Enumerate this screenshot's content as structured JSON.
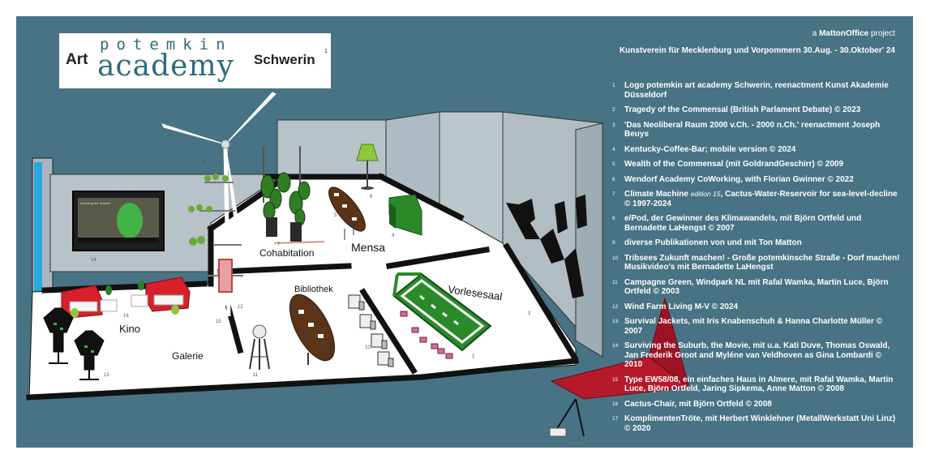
{
  "logo": {
    "art": "Art",
    "potemkin": "potemkin",
    "academy": "academy",
    "schwerin": "Schwerin",
    "sup": "1"
  },
  "header": {
    "project_prefix": "a",
    "project_brand": "MattonOffice",
    "project_suffix": "project",
    "subtitle": "Kunstverein für Mecklenburg und Vorpommern 30.Aug. - 30.Oktober' 24"
  },
  "rooms": {
    "cohabitation": "Cohabitation",
    "mensa": "Mensa",
    "bibliothek": "Bibliothek",
    "vorlesesaal": "Vorlesesaal",
    "kino": "Kino",
    "galerie": "Galerie"
  },
  "screen": {
    "title": "surviving the Suburb!"
  },
  "markers": [
    "1",
    "2",
    "3",
    "4",
    "5",
    "6",
    "7",
    "8",
    "9",
    "10",
    "11",
    "12",
    "13",
    "14",
    "15",
    "16",
    "17"
  ],
  "legend": [
    {
      "num": "1",
      "text": "Logo potemkin art academy Schwerin, reenactment Kunst Akademie Düsseldorf"
    },
    {
      "num": "2",
      "text": "Tragedy of the Commensal (British Parlament Debate) © 2023"
    },
    {
      "num": "3",
      "text": "'Das Neoliberal Raum 2000 v.Ch. - 2000 n.Ch.' reenactment Joseph Beuys"
    },
    {
      "num": "4",
      "text": "Kentucky-Coffee-Bar; mobile version © 2024"
    },
    {
      "num": "5",
      "text": "Wealth of the Commensal (mit GoldrandGeschirr) © 2009"
    },
    {
      "num": "6",
      "text": "Wendorf Academy CoWorking, with Florian Gwinner © 2022"
    },
    {
      "num": "7",
      "text_pre": "Climate Machine ",
      "edition": "edition 15",
      "text_post": ", Cactus-Water-Reservoir for sea-level-decline © 1997-2024"
    },
    {
      "num": "8",
      "text": "e/Pod, der Gewinner des Klimawandels, mit Björn Ortfeld und Bernadette LaHengst © 2007"
    },
    {
      "num": "9",
      "text": "diverse Publikationen von und mit Ton Matton"
    },
    {
      "num": "10",
      "text": "Tribsees Zukunft machen! -  Große potemkinsche Straße - Dorf machen! Musikvideo's mit Bernadette LaHengst"
    },
    {
      "num": "11",
      "text": "Campagne Green, Windpark NL mit Rafal Wamka, Martin Luce, Björn Ortfeld © 2003"
    },
    {
      "num": "12",
      "text": "Wind Farm Living M-V © 2024"
    },
    {
      "num": "13",
      "text": "Survival Jackets, mit Iris Knabenschuh & Hanna Charlotte Müller © 2007"
    },
    {
      "num": "14",
      "text": "Surviving the Suburb, the Movie, mit u.a. Kati Duve, Thomas Oswald, Jan Frederik Groot and Myléne van Veldhoven as Gina Lombardi © 2010"
    },
    {
      "num": "15",
      "text": "Type EW58/08,  ein einfaches Haus in Almere, mit Rafal Wamka, Martin Luce, Björn Ortfeld, Jaring Sipkema, Anne Matton © 2008"
    },
    {
      "num": "16",
      "text": "Cactus-Chair, mit Björn Ortfeld © 2008"
    },
    {
      "num": "17",
      "text": "KomplimentenTröte, mit Herbert Winklehner (MetallWerkstatt Uni Linz) © 2020"
    }
  ],
  "colors": {
    "background": "#477384",
    "floor": "#ffffff",
    "wall": "#b8c3c9",
    "wall_line": "#111111",
    "cactus_green": "#2f7d24",
    "bar_green": "#2a8a2a",
    "table_brown": "#5a3318",
    "chair_red": "#d81f2a",
    "horn_red": "#b5192a",
    "lamp_green": "#8fc63c",
    "logo_text": "#2d6b7c"
  }
}
